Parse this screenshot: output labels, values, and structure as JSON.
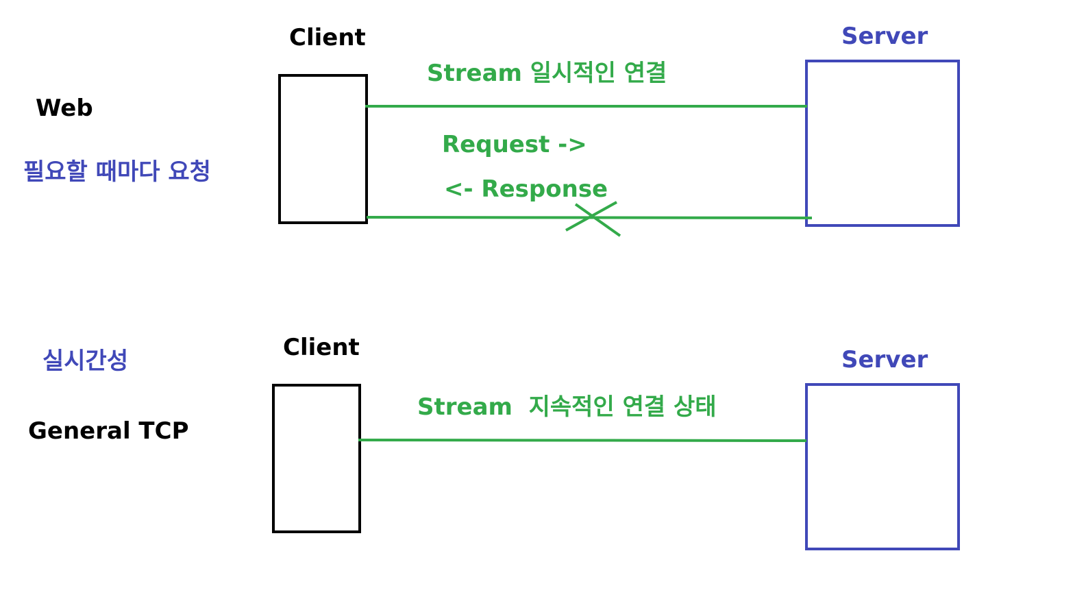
{
  "colors": {
    "client": "#000000",
    "server": "#4048b8",
    "stream": "#33aa4a",
    "korean_label": "#4048b8",
    "label_dark": "#000000"
  },
  "web_section": {
    "title": "Web",
    "subtitle": "필요할 때마다 요청",
    "client_label": "Client",
    "server_label": "Server",
    "stream_label": "Stream 일시적인 연결",
    "request_label": "Request ->",
    "response_label": "<- Response",
    "disconnect_icon": "x-mark-icon"
  },
  "tcp_section": {
    "title": "General TCP",
    "subtitle": "실시간성",
    "client_label": "Client",
    "server_label": "Server",
    "stream_label": "Stream  지속적인 연결 상태"
  }
}
